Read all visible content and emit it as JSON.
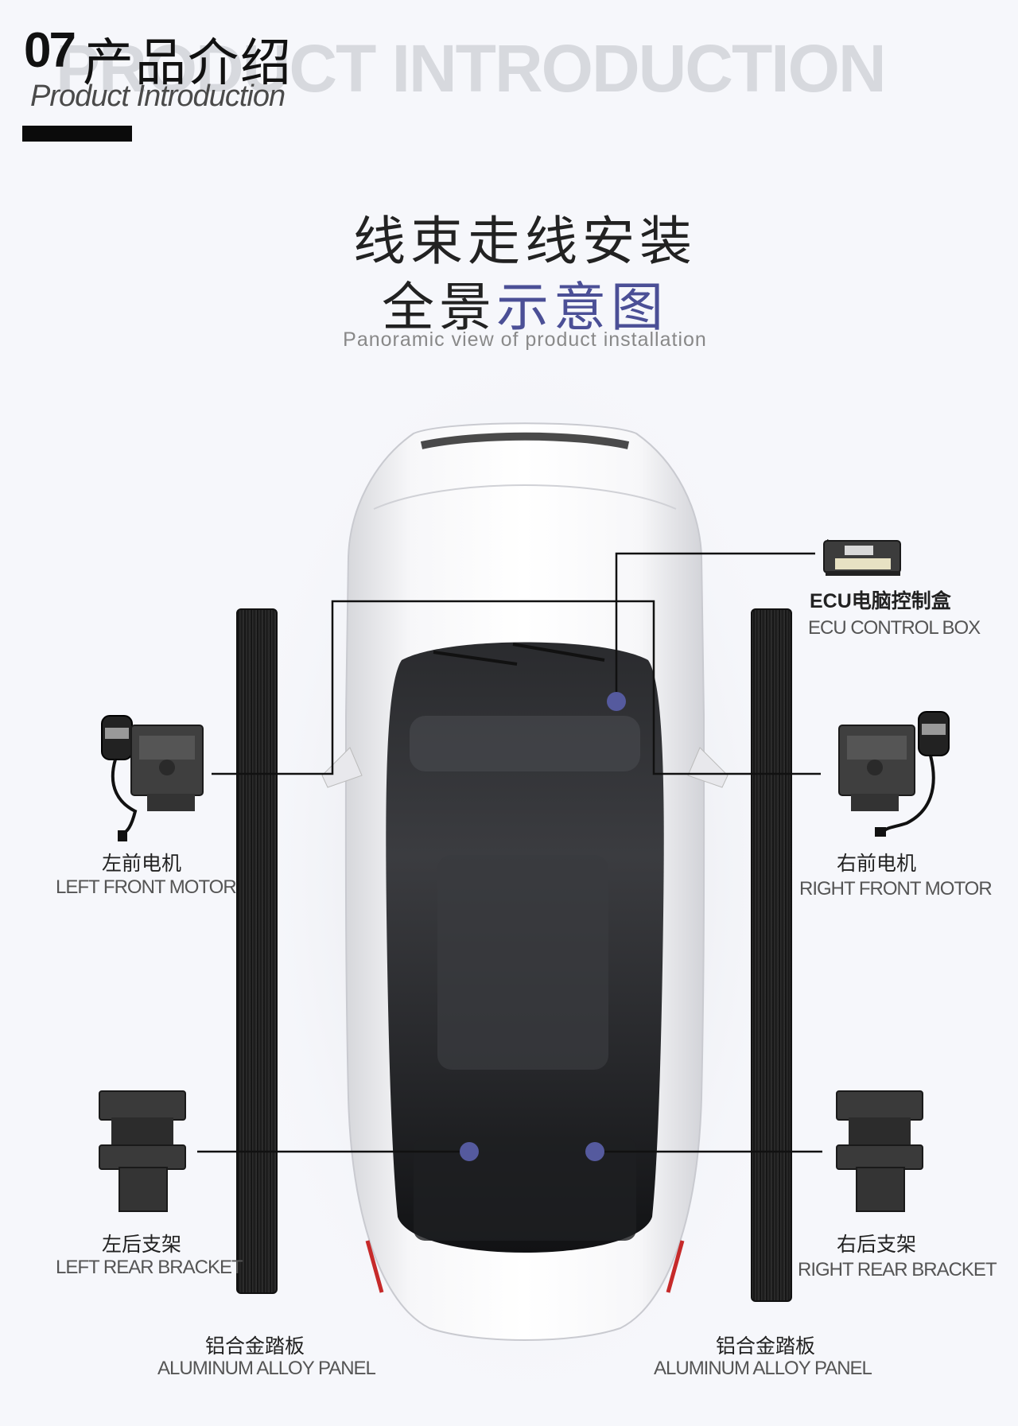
{
  "header": {
    "number": "07",
    "title_zh": "产品介绍",
    "title_en": "Product Introduction",
    "watermark": "PRODUCT INTRODUCTION"
  },
  "title": {
    "line1": "线束走线安装",
    "line2_dark": "全景",
    "line2_accent": "示意图",
    "subtitle": "Panoramic view of product installation"
  },
  "labels": {
    "ecu_zh": "ECU电脑控制盒",
    "ecu_en": "ECU CONTROL BOX",
    "left_front_zh": "左前电机",
    "left_front_en": "LEFT FRONT MOTOR",
    "right_front_zh": "右前电机",
    "right_front_en": "RIGHT FRONT MOTOR",
    "left_rear_zh": "左后支架",
    "left_rear_en": "LEFT REAR BRACKET",
    "right_rear_zh": "右后支架",
    "right_rear_en": "RIGHT REAR BRACKET",
    "panel_left_zh": "铝合金踏板",
    "panel_left_en": "ALUMINUM ALLOY PANEL",
    "panel_right_zh": "铝合金踏板",
    "panel_right_en": "ALUMINUM ALLOY PANEL"
  },
  "colors": {
    "accent": "#4b4f96",
    "marker": "#555a9e",
    "line": "#111111"
  }
}
